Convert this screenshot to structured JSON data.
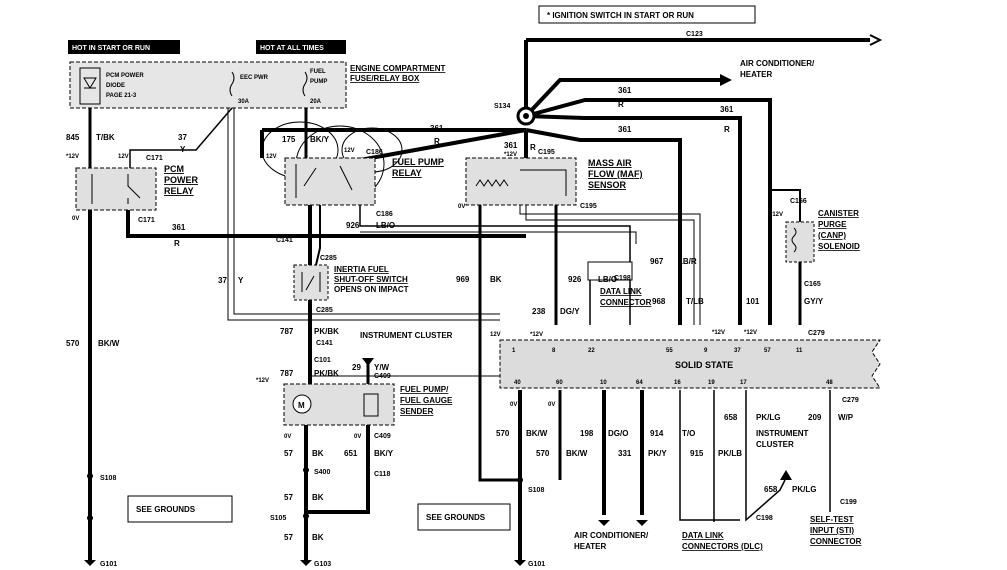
{
  "banner": {
    "ignition_note": "* IGNITION SWITCH IN START OR RUN"
  },
  "headers": {
    "hot_start_run": "HOT IN START OR RUN",
    "hot_all_times": "HOT AT ALL TIMES"
  },
  "fuse_box": {
    "label_1": "ENGINE COMPARTMENT",
    "label_2": "FUSE/RELAY BOX",
    "pcm_diode_1": "PCM POWER",
    "pcm_diode_2": "DIODE",
    "pcm_diode_3": "PAGE 21-3",
    "eec_pwr": "EEC PWR",
    "eec_amp": "30A",
    "fuel_pump_1": "FUEL",
    "fuel_pump_2": "PUMP",
    "fuel_amp": "20A"
  },
  "components": {
    "pcm_relay": [
      "PCM",
      "POWER",
      "RELAY"
    ],
    "fuel_relay": [
      "FUEL PUMP",
      "RELAY"
    ],
    "maf": [
      "MASS AIR",
      "FLOW (MAF)",
      "SENSOR"
    ],
    "canp": [
      "CANISTER",
      "PURGE",
      "(CANP)",
      "SOLENOID"
    ],
    "inertia": [
      "INERTIA FUEL",
      "SHUT-OFF SWITCH",
      "OPENS ON IMPACT"
    ],
    "dlc_conn": [
      "DATA LINK",
      "CONNECTOR"
    ],
    "fuel_sender": [
      "FUEL PUMP/",
      "FUEL GAUGE",
      "SENDER"
    ],
    "solid_state": "SOLID STATE",
    "instrument_cluster_mid": "INSTRUMENT CLUSTER",
    "instrument_cluster_right": [
      "INSTRUMENT",
      "CLUSTER"
    ],
    "ac_heater_top": [
      "AIR CONDITIONER/",
      "HEATER"
    ],
    "ac_heater_bottom": [
      "AIR CONDITIONER/",
      "HEATER"
    ],
    "dlc_bottom": [
      "DATA LINK",
      "CONNECTORS (DLC)"
    ],
    "sti": [
      "SELF-TEST",
      "INPUT (STI)",
      "CONNECTOR"
    ],
    "see_grounds_1": "SEE GROUNDS",
    "see_grounds_2": "SEE GROUNDS",
    "motor_symbol": "M"
  },
  "connectors": {
    "c123": "C123",
    "s134": "S134",
    "c171a": "C171",
    "c171b": "C171",
    "c186a": "C186",
    "c186b": "C186",
    "c195a": "C195",
    "c195b": "C195",
    "c141a": "C141",
    "c141b": "C141",
    "c285a": "C285",
    "c285b": "C285",
    "c198a": "C198",
    "c198b": "C198",
    "c166": "C166",
    "c165": "C165",
    "c279a": "C279",
    "c279b": "C279",
    "c101": "C101",
    "c409a": "C409",
    "c409b": "C409",
    "c118": "C118",
    "c199": "C199",
    "s108a": "S108",
    "s108b": "S108",
    "s400": "S400",
    "s105": "S105",
    "g101a": "G101",
    "g101b": "G101",
    "g103": "G103"
  },
  "wires": [
    {
      "num": "845",
      "color": "T/BK"
    },
    {
      "num": "37",
      "color": "Y"
    },
    {
      "num": "175",
      "color": "BK/Y"
    },
    {
      "num": "361",
      "color": "R"
    },
    {
      "num": "926",
      "color": "LB/O"
    },
    {
      "num": "969",
      "color": "BK"
    },
    {
      "num": "238",
      "color": "DG/Y"
    },
    {
      "num": "967",
      "color": "LB/R"
    },
    {
      "num": "968",
      "color": "T/LB"
    },
    {
      "num": "101",
      "color": "GY/Y"
    },
    {
      "num": "570",
      "color": "BK/W"
    },
    {
      "num": "787",
      "color": "PK/BK"
    },
    {
      "num": "29",
      "color": "Y/W"
    },
    {
      "num": "57",
      "color": "BK"
    },
    {
      "num": "651",
      "color": "BK/Y"
    },
    {
      "num": "198",
      "color": "DG/O"
    },
    {
      "num": "331",
      "color": "PK/Y"
    },
    {
      "num": "914",
      "color": "T/O"
    },
    {
      "num": "915",
      "color": "PK/LB"
    },
    {
      "num": "658",
      "color": "PK/LG"
    },
    {
      "num": "209",
      "color": "W/P"
    }
  ],
  "misc": {
    "v12": "*12V",
    "v12b": "12V",
    "v0": "0V",
    "pins_top": [
      "1",
      "8",
      "22",
      "55",
      "9",
      "37",
      "57",
      "11"
    ],
    "pins_bottom": [
      "40",
      "60",
      "10",
      "64",
      "16",
      "19",
      "17",
      "48"
    ]
  }
}
